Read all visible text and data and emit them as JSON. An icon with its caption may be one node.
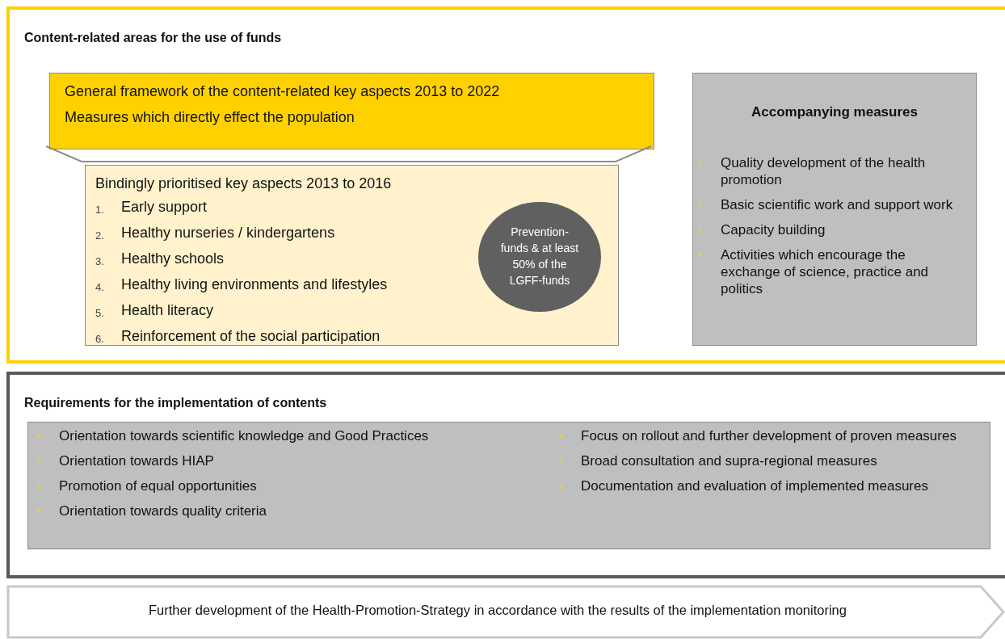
{
  "diagram": {
    "nodes": [
      {
        "text": [
          "Content-related areas for the use of funds"
        ]
      },
      {
        "text": [
          "General framework of the content-related key aspects 2013 to 2022",
          "Measures which directly effect the population"
        ],
        "in": 0
      },
      {
        "text": [
          "Bindingly prioritised key aspects 2013 to 2016",
          "1. Early support",
          "2. Healthy nurseries / kindergartens",
          "3. Healthy schools",
          "4. Healthy living environments and lifestyles",
          "5. Health literacy",
          "6. Reinforcement of the social participation"
        ],
        "in": 0
      },
      {
        "text": [
          "Prevention-funds & at least 50% of the LGFF-funds"
        ],
        "in": 2
      },
      {
        "text": [
          "Accompanying measures",
          "Quality development of the health promotion",
          "Basic scientific work and support work",
          "Capacity building",
          "Activities which encourage the exchange of science, practice and politics"
        ],
        "in": 0
      },
      {
        "text": [
          "Requirements for the implementation of contents"
        ]
      },
      {
        "text": [
          "Orientation towards scientific knowledge and Good Practices",
          "Orientation towards HIAP",
          "Promotion of equal opportunities",
          "Orientation towards quality criteria",
          "Focus on rollout and further development of proven measures",
          "Broad consultation and supra-regional measures",
          "Documentation and evaluation of implemented measures"
        ],
        "in": 5
      },
      {
        "text": [
          "Further development of the Health-Promotion-Strategy in accordance with the results of the implementation monitoring"
        ]
      }
    ],
    "edges": []
  }
}
